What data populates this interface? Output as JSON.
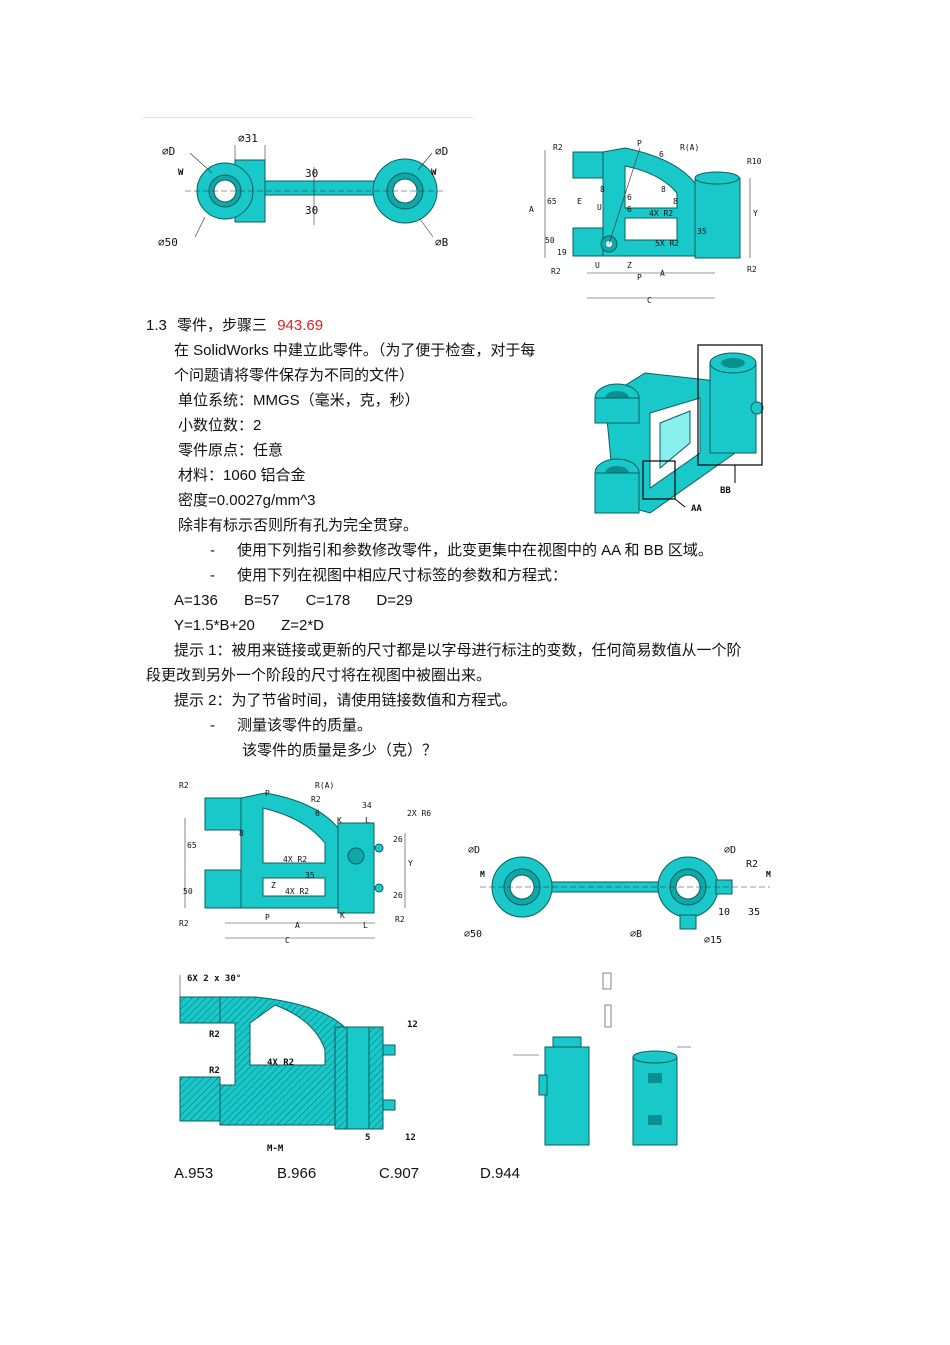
{
  "section": {
    "number": "1.3",
    "title": "零件，步骤三",
    "answer": "943.69"
  },
  "intro_lines": [
    "在 SolidWorks 中建立此零件。（为了便于检查，对于每",
    "个问题请将零件保存为不同的文件）"
  ],
  "specs": [
    "单位系统：MMGS（毫米，克，秒）",
    "小数位数：2",
    "零件原点：任意",
    "材料：1060 铝合金",
    "密度=0.0027g/mm^3",
    "除非有标示否则所有孔为完全贯穿。"
  ],
  "bullets": [
    "使用下列指引和参数修改零件，此变更集中在视图中的 AA 和 BB 区域。",
    "使用下列在视图中相应尺寸标签的参数和方程式："
  ],
  "params_line1": [
    "A=136",
    "B=57",
    "C=178",
    "D=29"
  ],
  "params_line2": [
    "Y=1.5*B+20",
    "Z=2*D"
  ],
  "hint1_a": "提示 1：被用来链接或更新的尺寸都是以字母进行标注的变数，任何简易数值从一个阶",
  "hint1_b": "段更改到另外一个阶段的尺寸将在视图中被圈出来。",
  "hint2": "提示 2：为了节省时间，请使用链接数值和方程式。",
  "bullet3": "测量该零件的质量。",
  "question": "该零件的质量是多少（克）？",
  "options": [
    "A.953",
    "B.966",
    "C.907",
    "D.944"
  ],
  "drawing_labels": {
    "top_left": {
      "d_left": "∅D",
      "d_right": "∅D",
      "d31": "∅31",
      "w": "W",
      "d30a": "30",
      "d30b": "30",
      "d50": "∅50",
      "b": "∅B"
    },
    "top_right": {
      "r2a": "R2",
      "p": "P",
      "six": "6",
      "ra": "R(A)",
      "r10": "R10",
      "eight1": "8",
      "eight2": "8",
      "eight3": "8",
      "six2": "6",
      "six3": "6",
      "e": "E",
      "u": "U",
      "x4r2": "4X R2",
      "a": "A",
      "d65": "65",
      "y": "Y",
      "d35": "35",
      "d50": "50",
      "d19": "19",
      "x5r2": "5X R2",
      "r2b": "R2",
      "r2c": "R2",
      "z": "Z",
      "c": "C"
    },
    "mid_left": {
      "r2": "R2",
      "p": "P",
      "ra": "R(A)",
      "r2c": "R2",
      "d34": "34",
      "x2r6": "2X R6",
      "k": "K",
      "l": "L",
      "d6": "6",
      "d8": "8",
      "d65": "65",
      "d26": "26",
      "y": "Y",
      "x4r2": "4X R2",
      "d35": "35",
      "d50": "50",
      "z": "Z",
      "c": "C",
      "a": "A"
    },
    "mid_right": {
      "d": "∅D",
      "dd": "∅D",
      "r2": "R2",
      "m": "M",
      "d10": "10",
      "d35": "35",
      "d50": "∅50",
      "b": "∅B",
      "d15": "∅15"
    },
    "bottom_left": {
      "chamfer": "6X 2 x 30°",
      "r2a": "R2",
      "r2b": "R2",
      "x4r2": "4X R2",
      "d12a": "12",
      "d5": "5",
      "d12b": "12",
      "mm": "M-M"
    },
    "callouts": {
      "aa": "AA",
      "bb": "BB"
    }
  },
  "colors": {
    "part": "#19c8c8",
    "part_dark": "#0a8f8f",
    "answer": "#e02020"
  }
}
